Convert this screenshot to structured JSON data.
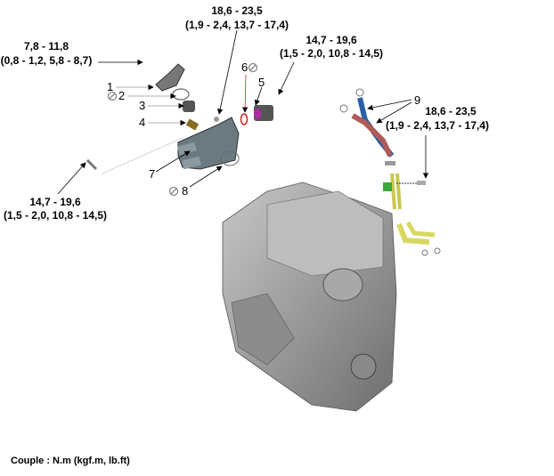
{
  "torque_specs": {
    "top_center": {
      "line1": "18,6 - 23,5",
      "line2": "(1,9 - 2,4, 13,7 - 17,4)"
    },
    "top_right": {
      "line1": "14,7 - 19,6",
      "line2": "(1,5 - 2,0, 10,8 - 14,5)"
    },
    "top_left": {
      "line1": "7,8 - 11,8",
      "line2": "(0,8 - 1,2, 5,8 - 8,7)"
    },
    "bottom_left": {
      "line1": "14,7 - 19,6",
      "line2": "(1,5 - 2,0, 10,8 - 14,5)"
    },
    "right_hose": {
      "line1": "18,6 - 23,5",
      "line2": "(1,9 - 2,4, 13,7 - 17,4)"
    }
  },
  "callouts": [
    "1",
    "2",
    "3",
    "4",
    "5",
    "6",
    "7",
    "8",
    "9"
  ],
  "footer": {
    "unit_note": "Couple : N.m (kgf.m, lb.ft)"
  },
  "colors": {
    "hose_blue": "#2a5fa8",
    "hose_red": "#b05a5a",
    "hose_yellow": "#d8d860",
    "bracket_green": "#3aa83a",
    "oring_red": "#d42020",
    "engine_gray": "#9a9a9a"
  }
}
